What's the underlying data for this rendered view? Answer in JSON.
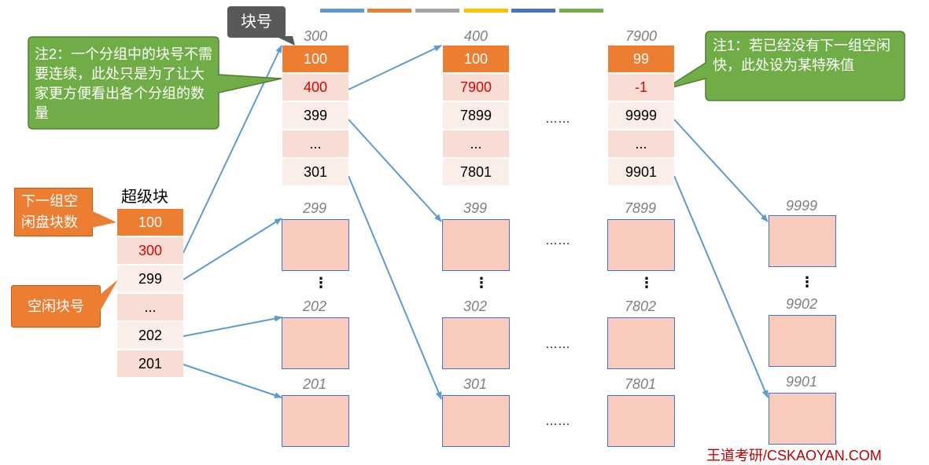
{
  "colors": {
    "orange": "#ed7d31",
    "green": "#70ad47",
    "gray_tag": "#595959",
    "red_text": "#e00000",
    "arrow": "#5b9bd5",
    "block": "#f8cbbd"
  },
  "legend_bars": [
    "#5b9bd5",
    "#ed7d31",
    "#a5a5a5",
    "#ffc000",
    "#4472c4",
    "#70ad47"
  ],
  "tag": "块号",
  "superblock": {
    "title": "超级块",
    "cells": [
      "100",
      "300",
      "299",
      "...",
      "202",
      "201"
    ]
  },
  "labels": {
    "next_group_count": "下一组空闲盘块数",
    "free_block_no": "空闲块号"
  },
  "notes": {
    "note1": "注1：若已经没有下一组空闲快，此处设为某特殊值",
    "note2": "注2：一个分组中的块号不需要连续，此处只是为了让大家更方便看出各个分组的数量"
  },
  "group_blocks": [
    {
      "head": "300",
      "cells": [
        "100",
        "400",
        "399",
        "...",
        "301"
      ]
    },
    {
      "head": "400",
      "cells": [
        "100",
        "7900",
        "7899",
        "...",
        "7801"
      ]
    },
    {
      "head": "7900",
      "cells": [
        "99",
        "-1",
        "9999",
        "...",
        "9901"
      ]
    }
  ],
  "free_columns": [
    {
      "top": "299",
      "mid": "202",
      "bottom": "201"
    },
    {
      "top": "399",
      "mid": "302",
      "bottom": "301"
    },
    {
      "top": "7899",
      "mid": "7802",
      "bottom": "7801"
    },
    {
      "top": "9999",
      "mid": "9902",
      "bottom": "9901"
    }
  ],
  "ellipsis_h": "……",
  "ellipsis_v": "⋮",
  "watermark": "王道考研/CSKAOYAN.COM"
}
